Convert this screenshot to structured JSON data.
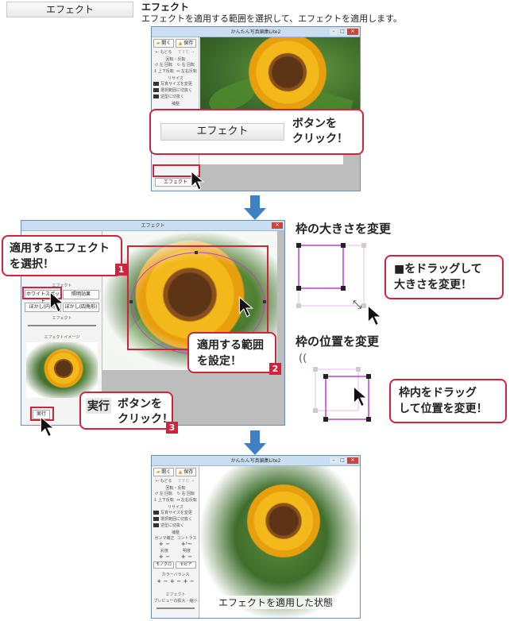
{
  "header": {
    "button_label": "エフェクト",
    "title": "エフェクト",
    "description": "エフェクトを適用する範囲を選択して、エフェクトを適用します。"
  },
  "app_window": {
    "title": "かんたん写真編集Lite2",
    "open_label": "開く",
    "save_label": "保存",
    "undo_label": "もどる",
    "redo_label": "すすむ",
    "rotate_label": "回転・反転",
    "rotate_left_label": "左 回転",
    "rotate_right_label": "右 回転",
    "flip_v_label": "上下反転",
    "flip_h_label": "左右反転",
    "resize_label": "リサイズ",
    "resize_photo_label": "写真サイズを変更",
    "crop_label": "選択範囲に切抜く",
    "crop_free_label": "逆型に切抜く",
    "tone_label": "補整",
    "effect_button": "エフェクト"
  },
  "callout_top": {
    "button_label": "エフェクト",
    "text": "ボタンを\nクリック！"
  },
  "effect_window": {
    "title": "エフェクト",
    "effect_label": "エフェクト",
    "btn_whitespot": "ホワイトスポット",
    "btn_lighting": "照明効果",
    "btn_blur_inner": "ぼかし(内側)",
    "btn_blur_square": "ぼかし(四角形)",
    "slider_label": "エフェクト",
    "image_label": "エフェクトイメージ",
    "run_button": "実行"
  },
  "callouts": {
    "c1_text": "適用するエフェクト\nを選択！",
    "c1_num": "1",
    "c2_text": "適用する範囲\nを設定！",
    "c2_num": "2",
    "c3_key": "実行",
    "c3_text": "ボタンを\nクリック！",
    "c3_num": "3"
  },
  "frame_size": {
    "heading": "枠の大きさを変更",
    "callout": "■をドラッグして\n大きさを変更！"
  },
  "frame_pos": {
    "heading": "枠の位置を変更",
    "callout": "枠内をドラッグ\nして位置を変更！"
  },
  "result_window": {
    "title": "かんたん写真編集Lite2",
    "gamma_label": "ガンマ補正",
    "contrast_label": "コントラスト",
    "color_label": "彩度",
    "bright_label": "明度",
    "mono_label": "モノクロ",
    "sepia_label": "セピア",
    "color_balance_label": "カラーバランス",
    "effect_label": "エフェクト",
    "preview_label": "プレビューの拡大・縮小",
    "caption": "エフェクトを適用した状態"
  },
  "colors": {
    "accent_red": "#d2233c",
    "arrow_blue": "#3f7fc4",
    "frame_magenta": "#c040c8"
  }
}
